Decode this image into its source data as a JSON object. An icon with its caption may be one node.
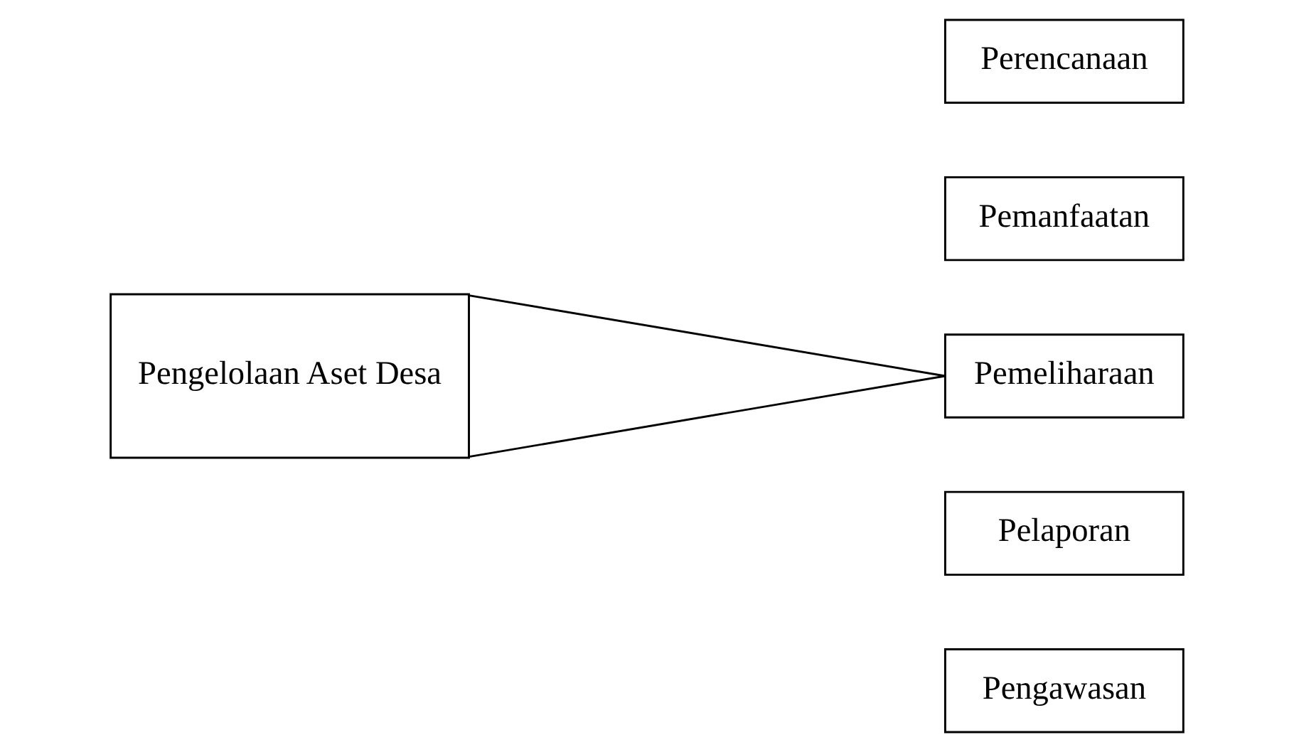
{
  "diagram": {
    "nodes": [
      {
        "text": [
          "Pengelolaan Aset Desa"
        ]
      },
      {
        "text": [
          "Perencanaan"
        ]
      },
      {
        "text": [
          "Pemanfaatan"
        ]
      },
      {
        "text": [
          "Pemeliharaan"
        ]
      },
      {
        "text": [
          "Pelaporan"
        ]
      },
      {
        "text": [
          "Pengawasan"
        ]
      }
    ],
    "edges": [
      {
        "from": 0,
        "to": 3,
        "arrow": "none"
      },
      {
        "from": 0,
        "to": 3,
        "arrow": "none"
      }
    ]
  }
}
